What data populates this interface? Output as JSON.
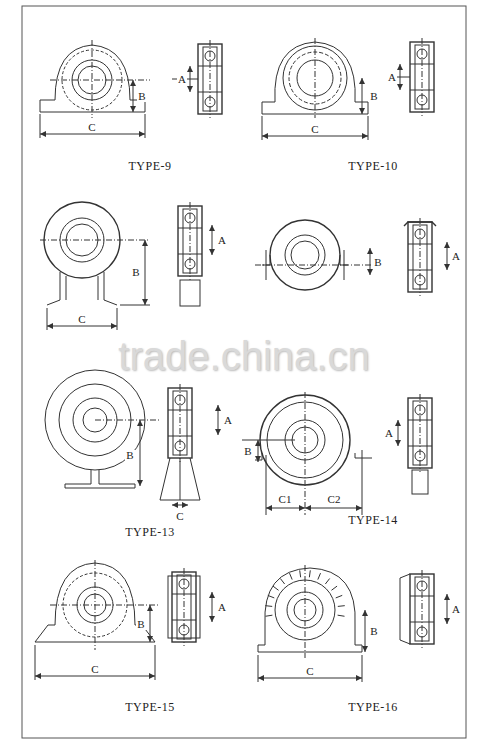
{
  "diagram": {
    "labels": [
      "B",
      "C",
      "A",
      "TYPE-9",
      "B",
      "C",
      "A",
      "TYPE-10",
      "B",
      "C",
      "A",
      "B",
      "A",
      "trade.china.cn",
      "B",
      "C",
      "A",
      "TYPE-13",
      "B",
      "C1",
      "C2",
      "A",
      "TYPE-14",
      "B",
      "C",
      "A",
      "TYPE-15",
      "B",
      "C",
      "A",
      "TYPE-16"
    ]
  }
}
